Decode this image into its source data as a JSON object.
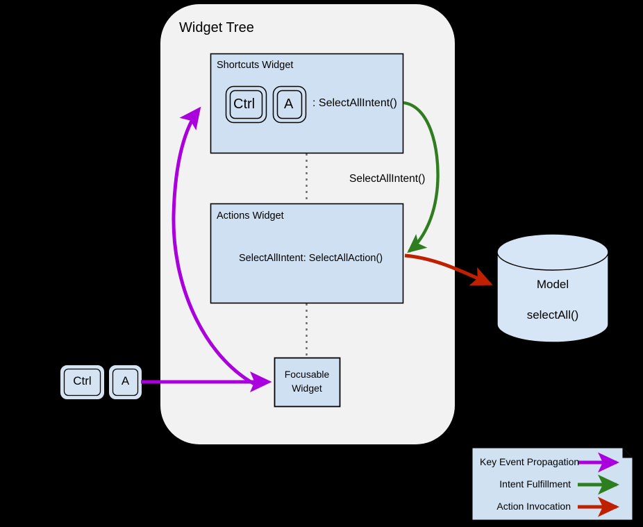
{
  "diagram": {
    "title": "Widget Tree",
    "container": {
      "label": "Widget Tree",
      "fill": "#f2f2f2"
    },
    "nodes": {
      "shortcuts_widget": {
        "label": "Shortcuts Widget",
        "keys": [
          "Ctrl",
          "A"
        ],
        "binding_text": ": SelectAllIntent()",
        "fill": "#cfe0f2",
        "stroke": "#000000"
      },
      "actions_widget": {
        "label": "Actions Widget",
        "mapping_text": "SelectAllIntent: SelectAllAction()",
        "fill": "#cfe0f2",
        "stroke": "#000000"
      },
      "focusable_widget": {
        "label_line1": "Focusable",
        "label_line2": "Widget",
        "fill": "#cfe0f2",
        "stroke": "#000000"
      },
      "model": {
        "label": "Model",
        "method": "selectAll()",
        "fill": "#d6e6f6",
        "stroke": "#000000"
      },
      "keyboard_input": {
        "keys": [
          "Ctrl",
          "A"
        ],
        "fill": "#d5e4f3",
        "stroke": "#000000"
      }
    },
    "edge_labels": {
      "intent": "SelectAllIntent()"
    },
    "legend": {
      "fill": "#d0e1f2",
      "items": [
        {
          "label": "Key Event Propagation",
          "color": "#aa00dd",
          "icon": "arrow-right-icon"
        },
        {
          "label": "Intent Fulfillment",
          "color": "#2e7d1e",
          "icon": "arrow-right-icon"
        },
        {
          "label": "Action Invocation",
          "color": "#bf2000",
          "icon": "arrow-right-icon"
        }
      ]
    },
    "colors": {
      "key_event": "#aa00dd",
      "intent_fulfillment": "#2e7d1e",
      "action_invocation": "#bf2000",
      "background": "#000000",
      "node_fill": "#cfe0f2"
    }
  }
}
